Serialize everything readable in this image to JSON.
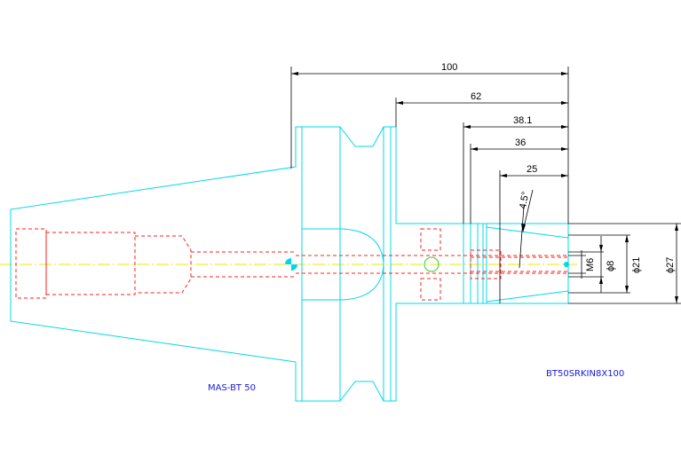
{
  "dimensions": {
    "overall_length": "100",
    "flange_to_end": "62",
    "d38": "38.1",
    "d36": "36",
    "d25": "25",
    "angle": "4.5°",
    "m6": "M6",
    "dia8": "ϕ8",
    "dia21": "ϕ21",
    "dia27": "ϕ27"
  },
  "labels": {
    "holder_type": "MAS-BT 50",
    "model_number": "BT50SRKIN8X100"
  },
  "colors": {
    "outline": "#00d8e8",
    "hidden": "#ff2020",
    "centerline": "#e8e800",
    "dimension": "#000000",
    "label": "#1a1adc"
  }
}
